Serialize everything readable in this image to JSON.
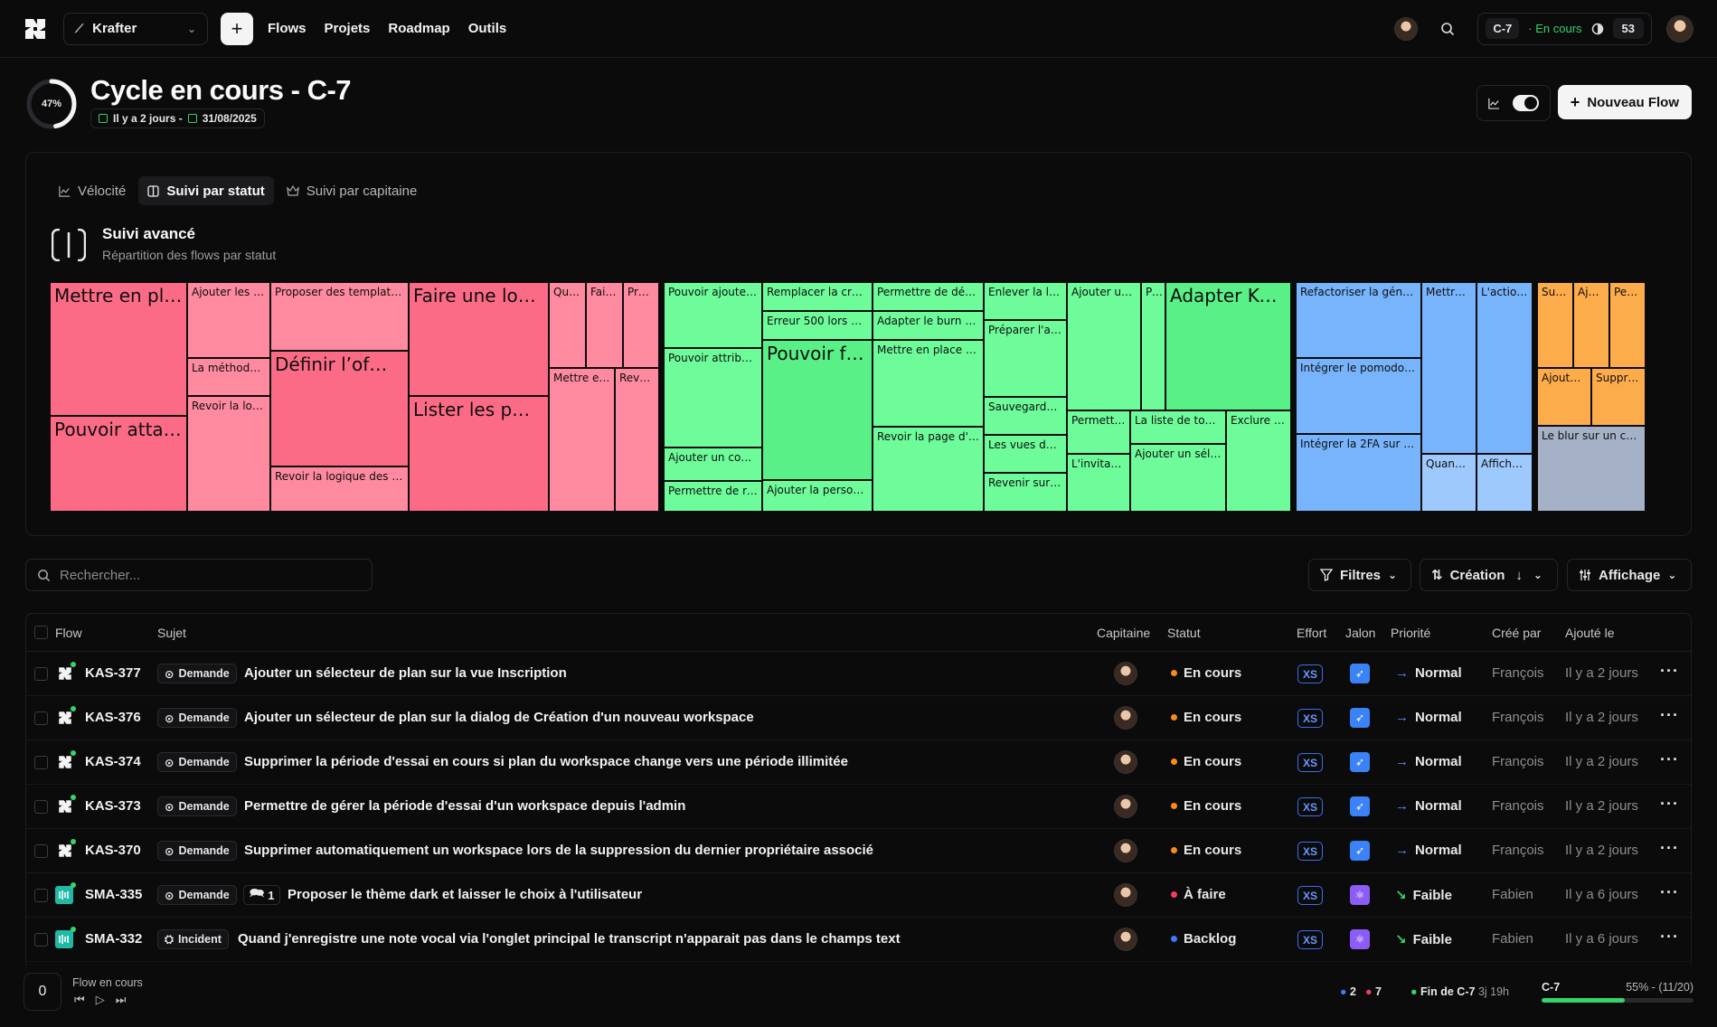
{
  "topbar": {
    "workspace": "Krafter",
    "nav": [
      "Flows",
      "Projets",
      "Roadmap",
      "Outils"
    ],
    "cycle_id": "C-7",
    "cycle_status": "En cours",
    "cycle_count": "53"
  },
  "header": {
    "progress_label": "47%",
    "progress_value": 0.47,
    "title": "Cycle en cours - C-7",
    "since": "Il y a 2 jours -",
    "date": "31/08/2025",
    "new_flow": "Nouveau Flow"
  },
  "tracking": {
    "tabs": [
      "Vélocité",
      "Suivi par statut",
      "Suivi par capitaine"
    ],
    "title": "Suivi avancé",
    "subtitle": "Répartition des flows par statut",
    "tiles": [
      "Mettre en place…",
      "Pouvoir attache…",
      "Ajouter les K…",
      "La méthode \"C",
      "Revoir la log…",
      "Proposer des templates…",
      "Définir l’of…",
      "Revoir la logique des …",
      "Faire une lo…",
      "Lister les p…",
      "Quand",
      "Faire…",
      "Propo",
      "Mettre en …",
      "Revoir…",
      "Pouvoir ajouter…",
      "Pouvoir attribu…",
      "Ajouter un cont…",
      "Permettre de re…",
      "Remplacer la crea…",
      "Erreur 500 lors d…",
      "Pouvoir fa…",
      "Ajouter la person…",
      "Permettre de défin…",
      "Adapter le burn do…",
      "Mettre en place le…",
      "Revoir la page d'a…",
      "Enlever la lo…",
      "Préparer l'af…",
      "Sauvegarder l…",
      "Les vues des …",
      "Revenir sur l…",
      "Ajouter une…",
      "Per…",
      "Adapter Kas…",
      "Permettre …",
      "L'invitati…",
      "La liste de tou…",
      "Ajouter un séle…",
      "Exclure le…",
      "Refactoriser la géné…",
      "Intégrer le pomodoro…",
      "Intégrer la 2FA sur …",
      "Mettre e…",
      "Quand j'…",
      "L'action…",
      "Afficher…",
      "Suppr",
      "Ajout…",
      "Perme",
      "Ajouter …",
      "Supprime",
      "Le blur sur un co…"
    ]
  },
  "toolbar": {
    "search_placeholder": "Rechercher...",
    "filters": "Filtres",
    "sort": "Création",
    "display": "Affichage"
  },
  "table": {
    "columns": [
      "Flow",
      "Sujet",
      "Capitaine",
      "Statut",
      "Effort",
      "Jalon",
      "Priorité",
      "Créé par",
      "Ajouté le"
    ],
    "rows": [
      {
        "id": "KAS-377",
        "type": "Demande",
        "comments": "",
        "subject": "Ajouter un sélecteur de plan sur la vue Inscription",
        "status": "En cours",
        "effort": "XS",
        "priority": "Normal",
        "created_by": "François",
        "added": "Il y a 2 jours"
      },
      {
        "id": "KAS-376",
        "type": "Demande",
        "comments": "",
        "subject": "Ajouter un sélecteur de plan sur la dialog de Création d'un nouveau workspace",
        "status": "En cours",
        "effort": "XS",
        "priority": "Normal",
        "created_by": "François",
        "added": "Il y a 2 jours"
      },
      {
        "id": "KAS-374",
        "type": "Demande",
        "comments": "",
        "subject": "Supprimer la période d'essai en cours si plan du workspace change vers une période illimitée",
        "status": "En cours",
        "effort": "XS",
        "priority": "Normal",
        "created_by": "François",
        "added": "Il y a 2 jours"
      },
      {
        "id": "KAS-373",
        "type": "Demande",
        "comments": "",
        "subject": "Permettre de gérer la période d'essai d'un workspace depuis l'admin",
        "status": "En cours",
        "effort": "XS",
        "priority": "Normal",
        "created_by": "François",
        "added": "Il y a 2 jours"
      },
      {
        "id": "KAS-370",
        "type": "Demande",
        "comments": "",
        "subject": "Supprimer automatiquement un workspace lors de la suppression du dernier propriétaire associé",
        "status": "En cours",
        "effort": "XS",
        "priority": "Normal",
        "created_by": "François",
        "added": "Il y a 2 jours"
      },
      {
        "id": "SMA-335",
        "type": "Demande",
        "comments": "1",
        "subject": "Proposer le thème dark et laisser le choix à l'utilisateur",
        "status": "À faire",
        "effort": "XS",
        "priority": "Faible",
        "created_by": "Fabien",
        "added": "Il y a 6 jours"
      },
      {
        "id": "SMA-332",
        "type": "Incident",
        "comments": "",
        "subject": "Quand j'enregistre une note vocal via l'onglet principal le transcript n'apparait pas dans le champs text",
        "status": "Backlog",
        "effort": "XS",
        "priority": "Faible",
        "created_by": "Fabien",
        "added": "Il y a 6 jours"
      }
    ]
  },
  "footer": {
    "counter": "0",
    "label": "Flow en cours",
    "blue_count": "2",
    "red_count": "7",
    "end_label": "Fin de C-7",
    "end_remaining": "3j 19h",
    "cycle": "C-7",
    "progress_text": "55% - (11/20)",
    "progress_value": 0.55
  },
  "colors": {
    "accent_green": "#35d36b",
    "status_orange": "#f98a1d",
    "status_red": "#f33d5e",
    "status_blue": "#3d78f5",
    "effort_blue": "#3b6ff0",
    "jalon_blue": "#3b82f6",
    "jalon_purple": "#8b5cf6"
  }
}
